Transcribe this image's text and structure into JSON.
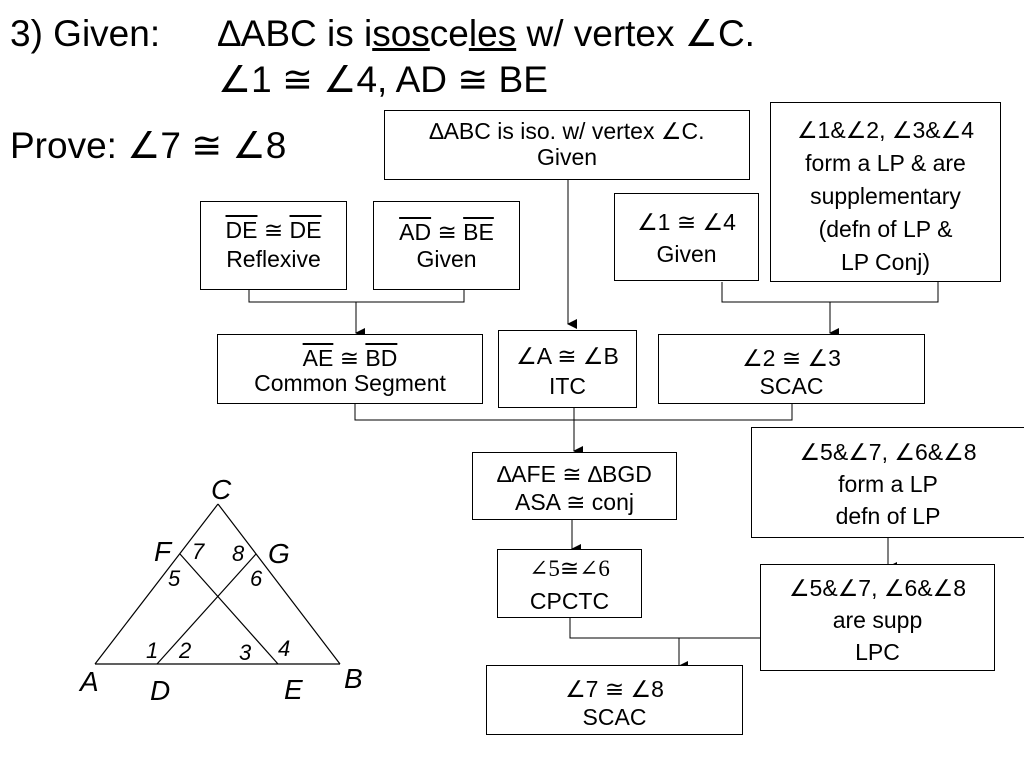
{
  "header": {
    "given_num": "3) Given:",
    "given_pre": "∆ABC is i",
    "given_u1": "sos",
    "given_mid": "ce",
    "given_u2": "les",
    "given_post": " w/ vertex ∠C.",
    "given_line2": "∠1 ≅ ∠4, AD ≅ BE",
    "prove": "Prove: ∠7 ≅ ∠8"
  },
  "boxes": {
    "abc_iso": {
      "stmt": "∆ABC is iso. w/ vertex ∠C.",
      "reason": "Given"
    },
    "lp_supp": {
      "line1": "∠1&∠2, ∠3&∠4",
      "line2": "form a LP & are",
      "line3": "supplementary",
      "line4": "(defn of LP &",
      "line5": "LP Conj)"
    },
    "de_de": {
      "seg1": "DE",
      "rel": " ≅ ",
      "seg2": "DE",
      "reason": "Reflexive"
    },
    "ad_be": {
      "seg1": "AD",
      "rel": " ≅ ",
      "seg2": "BE",
      "reason": "Given"
    },
    "ang14": {
      "stmt": "∠1 ≅ ∠4",
      "reason": "Given"
    },
    "ae_bd": {
      "seg1": "AE",
      "rel": " ≅ ",
      "seg2": "BD",
      "reason": "Common Segment"
    },
    "angab": {
      "stmt": "∠A ≅ ∠B",
      "reason": "ITC"
    },
    "ang23": {
      "stmt": "∠2 ≅ ∠3",
      "reason": "SCAC"
    },
    "afe_bgd": {
      "stmt": "∆AFE ≅ ∆BGD",
      "reason": "ASA ≅ conj"
    },
    "lp5768": {
      "line1": "∠5&∠7, ∠6&∠8",
      "line2": "form a LP",
      "line3": "defn of LP"
    },
    "ang56": {
      "stmt": "∠5≅∠6",
      "reason": "CPCTC"
    },
    "supp5768": {
      "line1": "∠5&∠7, ∠6&∠8",
      "line2": "are supp",
      "line3": "LPC"
    },
    "ang78": {
      "stmt": "∠7 ≅ ∠8",
      "reason": "SCAC"
    }
  },
  "figure": {
    "vertices": {
      "A": "A",
      "B": "B",
      "C": "C",
      "D": "D",
      "E": "E",
      "F": "F",
      "G": "G"
    },
    "angles": {
      "a1": "1",
      "a2": "2",
      "a3": "3",
      "a4": "4",
      "a5": "5",
      "a6": "6",
      "a7": "7",
      "a8": "8"
    }
  }
}
